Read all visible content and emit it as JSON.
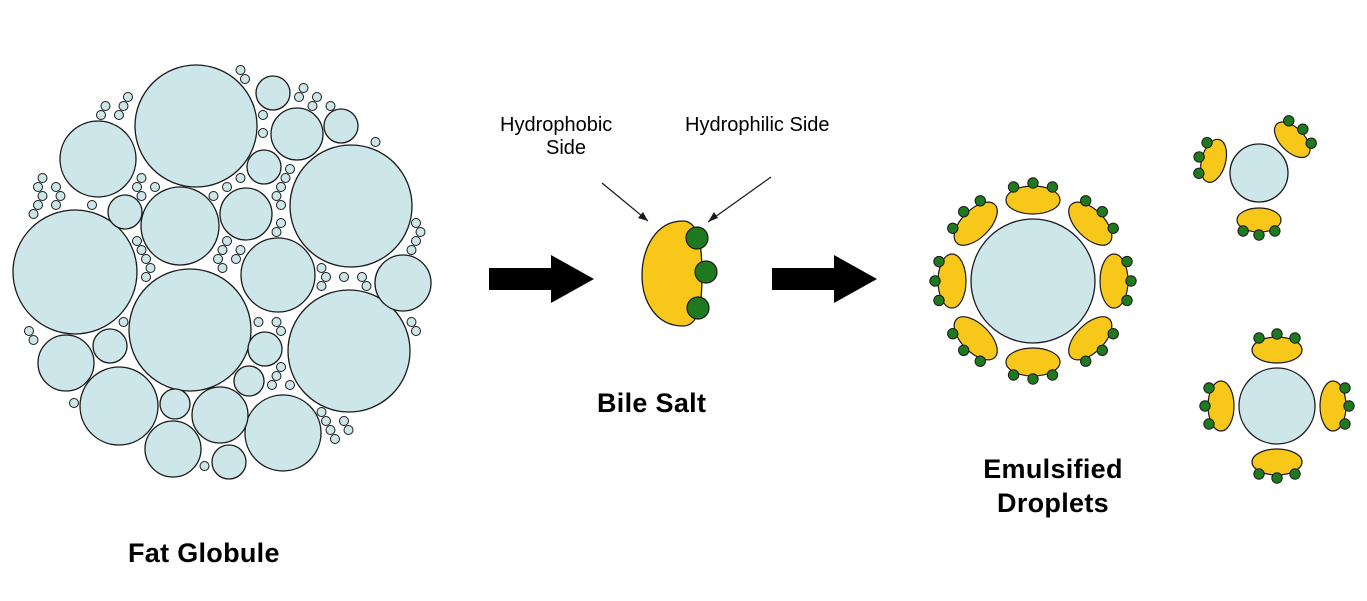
{
  "colors": {
    "fat": "#cde6ea",
    "outline": "#1a1a1a",
    "tail": "#f7c81a",
    "head": "#1f7a1f",
    "arrow": "#000000"
  },
  "labels": {
    "fat_globule": "Fat Globule",
    "bile_salt": "Bile Salt",
    "hydrophobic_line1": "Hydrophobic",
    "hydrophobic_line2": "Side",
    "hydrophilic": "Hydrophilic Side",
    "emulsified_line1": "Emulsified",
    "emulsified_line2": "Droplets"
  },
  "icons": [
    "right-arrow-icon",
    "right-arrow-icon"
  ]
}
